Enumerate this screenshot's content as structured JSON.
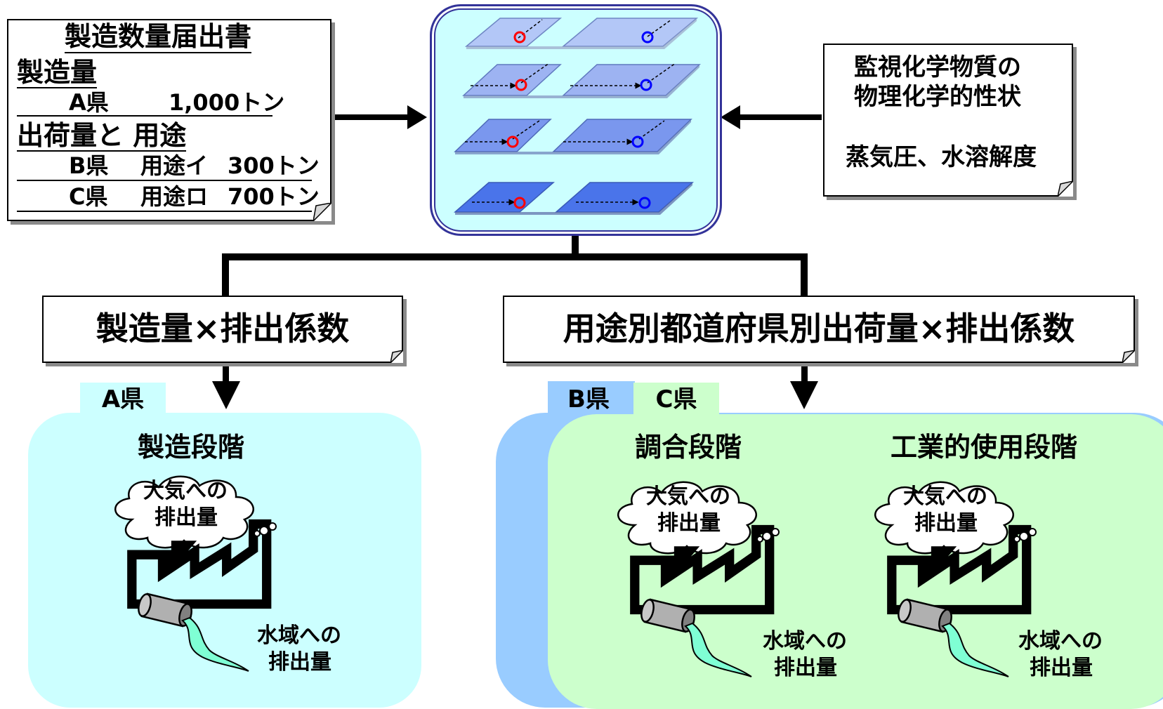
{
  "form_note": {
    "title": "製造数量届出書",
    "section_production": "製造量",
    "row_a_pref": "A県",
    "row_a_amount": "1,000トン",
    "section_shipment": "出荷量と 用途",
    "row_b_pref": "B県",
    "row_b_use": "用途イ",
    "row_b_amount": "300トン",
    "row_c_pref": "C県",
    "row_c_use": "用途ロ",
    "row_c_amount": "700トン"
  },
  "property_note": {
    "line1": "監視化学物質の",
    "line2": "物理化学的性状",
    "line3": "蒸気圧、水溶解度"
  },
  "formula_left": "製造量×排出係数",
  "formula_right": "用途別都道府県別出荷量×排出係数",
  "left_region": {
    "pref_tab": "A県",
    "stage": "製造段階",
    "air_line1": "大気への",
    "air_line2": "排出量",
    "water_line1": "水域への",
    "water_line2": "排出量"
  },
  "right_region": {
    "pref_tab_b": "B県",
    "pref_tab_c": "C県",
    "stage_1": "調合段階",
    "stage_2": "工業的使用段階",
    "air_line1": "大気への",
    "air_line2": "排出量",
    "water_line1": "水域への",
    "water_line2": "排出量"
  },
  "colors": {
    "cyan_region": "#ccffff",
    "green_region": "#ccffcc",
    "blue_back_region": "#99ccff",
    "model_box_fill": "#ccffff",
    "model_box_border": "#333399",
    "layer_1": "#b3c7f7",
    "layer_2": "#9db3f2",
    "layer_3": "#7a97ee",
    "layer_4": "#4a74ea",
    "marker_red": "#ff0000",
    "marker_blue": "#0000ff"
  }
}
